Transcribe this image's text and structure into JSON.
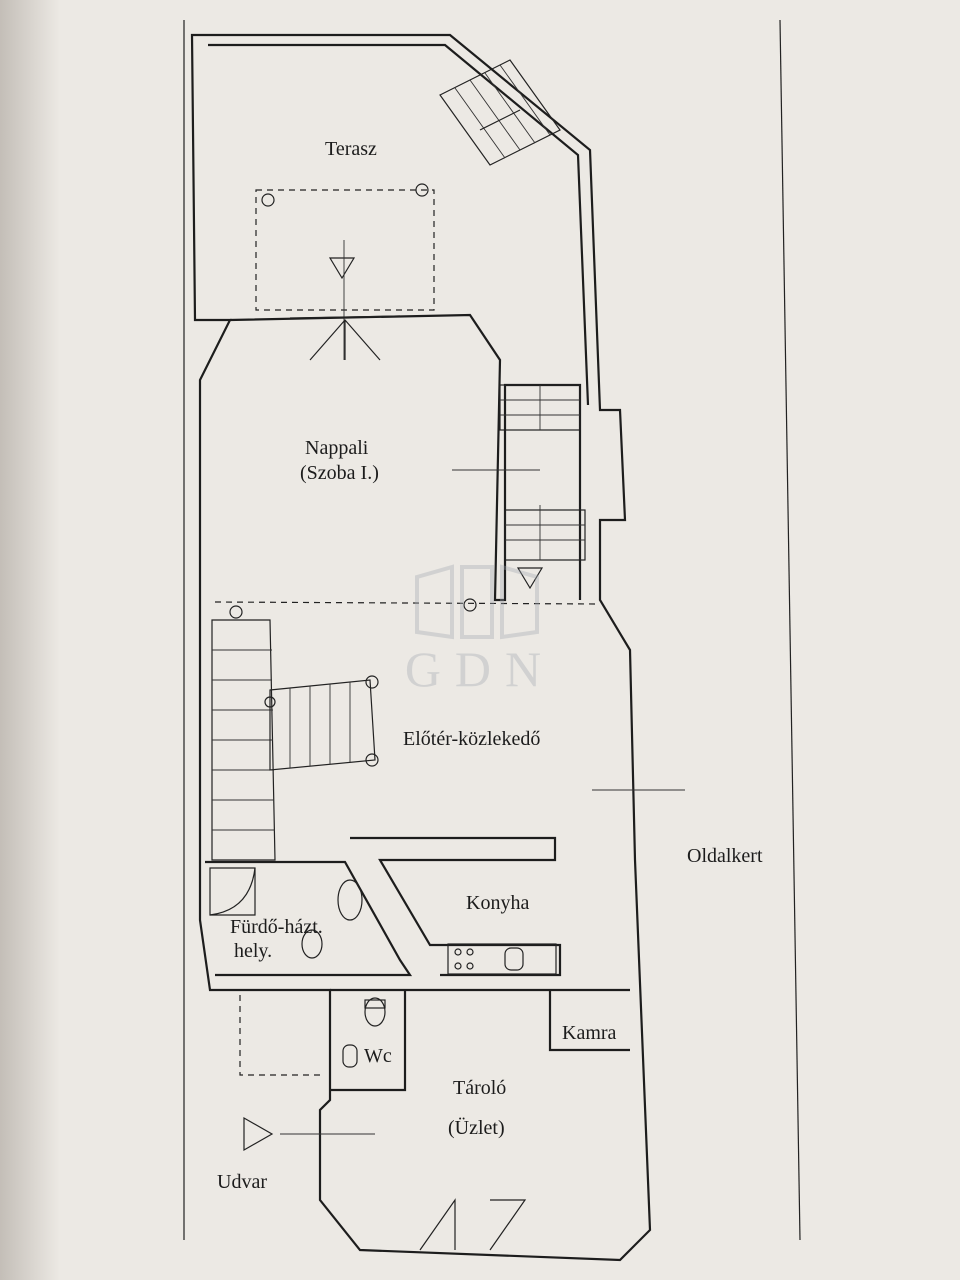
{
  "rooms": {
    "terasz": "Terasz",
    "nappali": "Nappali",
    "nappali_sub": "(Szoba I.)",
    "eloter": "Előtér-közlekedő",
    "oldalkert": "Oldalkert",
    "konyha": "Konyha",
    "furdo_line1": "Fürdő-házt.",
    "furdo_line2": "hely.",
    "kamra": "Kamra",
    "wc": "Wc",
    "tarolo": "Tároló",
    "tarolo_sub": "(Üzlet)",
    "udvar": "Udvar"
  },
  "watermark": {
    "text": "GDN"
  },
  "colors": {
    "paper": "#ece9e4",
    "ink": "#1d1d1d",
    "watermark": "#a0a5af"
  }
}
